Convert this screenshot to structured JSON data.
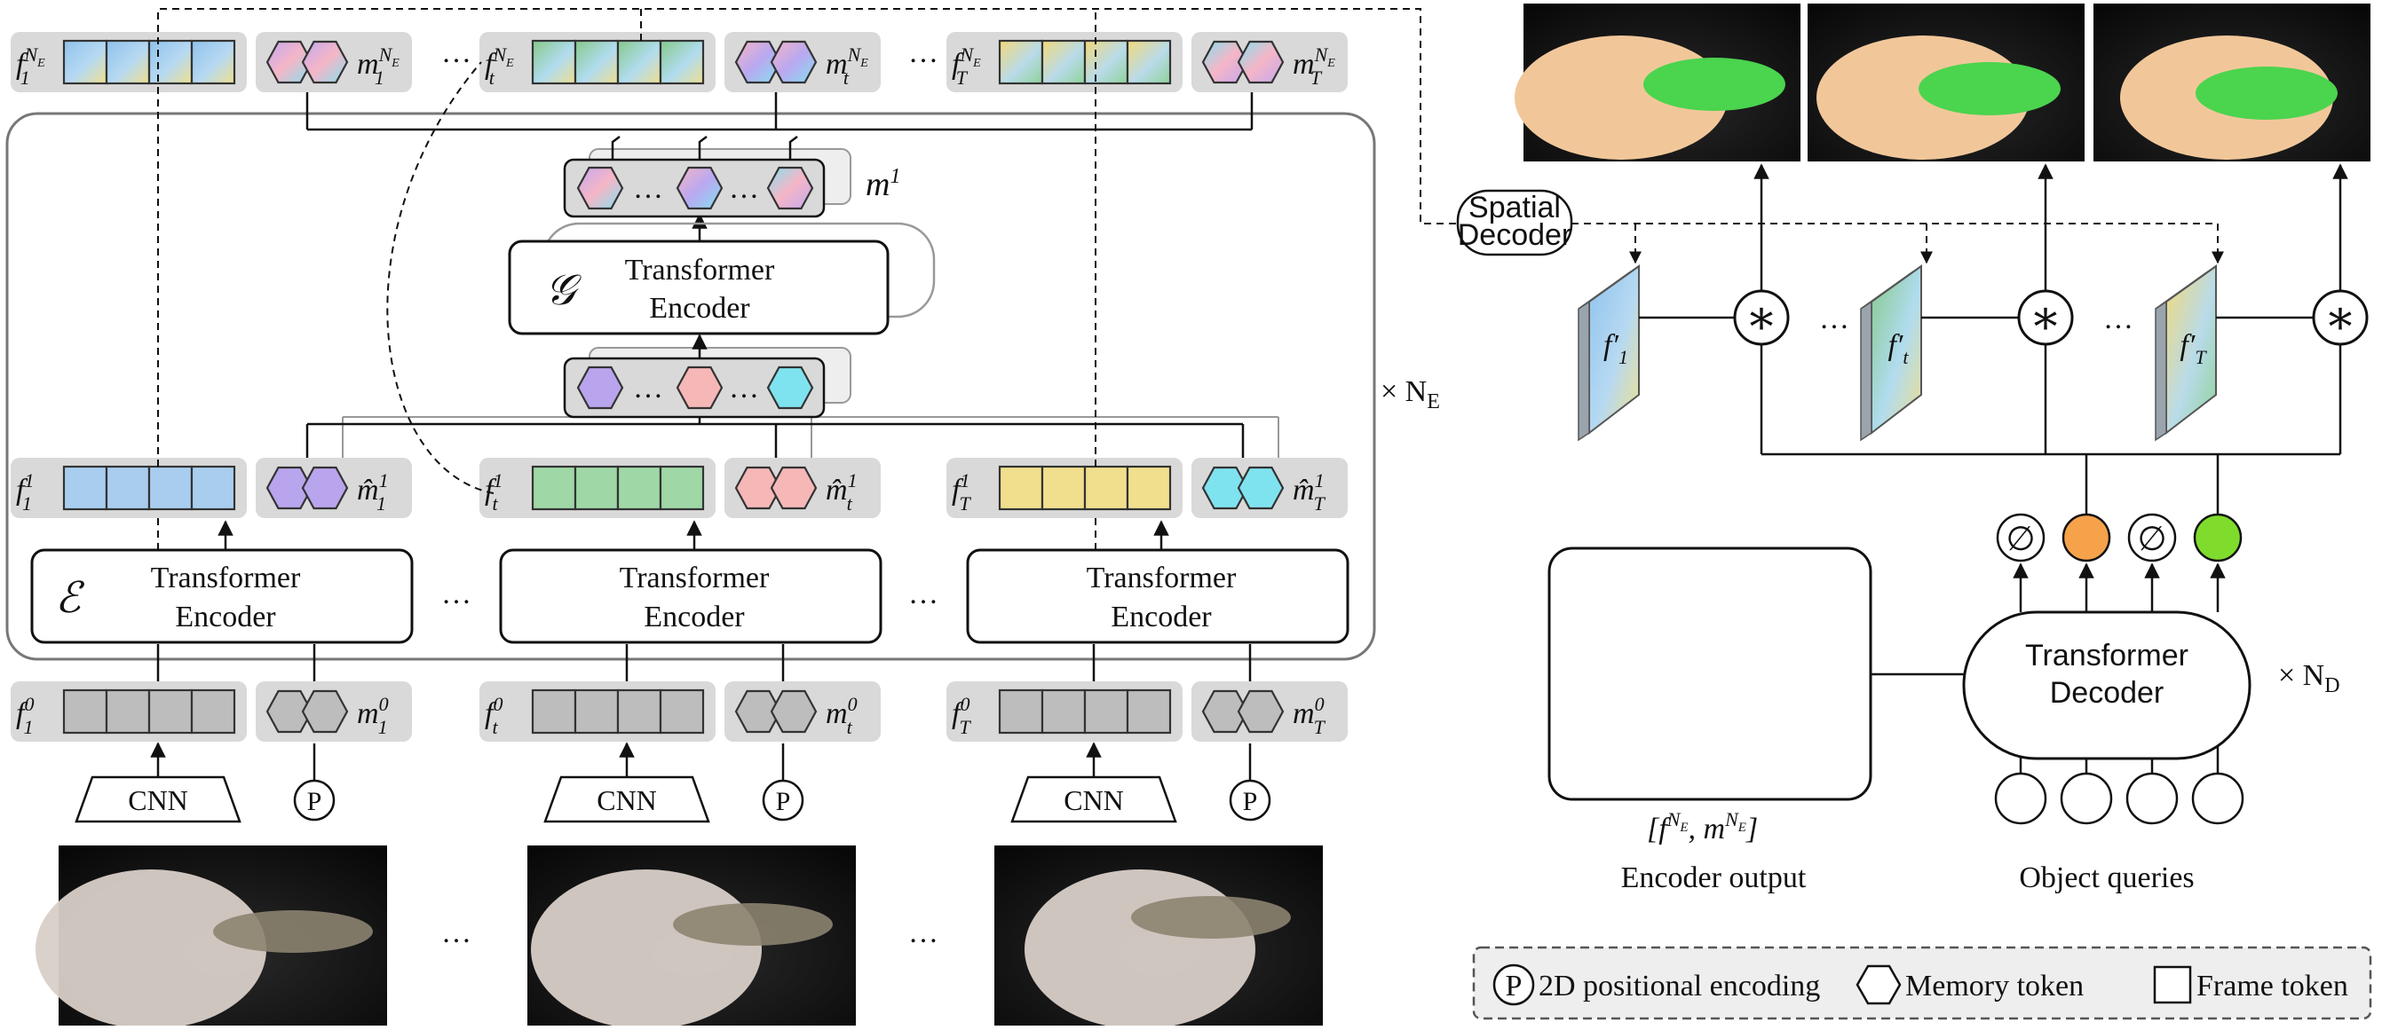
{
  "encoder": {
    "transformer_encoder_line1": "Transformer",
    "transformer_encoder_line2": "Encoder",
    "e_symbol": "ℰ",
    "g_symbol": "𝒢",
    "times_ne": "× N",
    "times_ne_sub": "E",
    "memory_label": "m",
    "memory_label_sup": "1",
    "cnn_label": "CNN",
    "p_label": "P",
    "ellipsis": "…",
    "top_labels": [
      {
        "f": "f",
        "fsub": "1",
        "fsup": "N",
        "fsupsub": "E",
        "m": "m",
        "msub": "1",
        "msup": "N",
        "msupsub": "E"
      },
      {
        "f": "f",
        "fsub": "t",
        "fsup": "N",
        "fsupsub": "E",
        "m": "m",
        "msub": "t",
        "msup": "N",
        "msupsub": "E"
      },
      {
        "f": "f",
        "fsub": "T",
        "fsup": "N",
        "fsupsub": "E",
        "m": "m",
        "msub": "T",
        "msup": "N",
        "msupsub": "E"
      }
    ],
    "layer1_labels": [
      {
        "f": "f",
        "fsub": "1",
        "fsup": "1",
        "m": "m̂",
        "msub": "1",
        "msup": "1"
      },
      {
        "f": "f",
        "fsub": "t",
        "fsup": "1",
        "m": "m̂",
        "msub": "t",
        "msup": "1"
      },
      {
        "f": "f",
        "fsub": "T",
        "fsup": "1",
        "m": "m̂",
        "msub": "T",
        "msup": "1"
      }
    ],
    "layer0_labels": [
      {
        "f": "f",
        "fsub": "1",
        "fsup": "0",
        "m": "m",
        "msub": "1",
        "msup": "0"
      },
      {
        "f": "f",
        "fsub": "t",
        "fsup": "0",
        "m": "m",
        "msub": "t",
        "msup": "0"
      },
      {
        "f": "f",
        "fsub": "T",
        "fsup": "0",
        "m": "m",
        "msub": "T",
        "msup": "0"
      }
    ]
  },
  "decoder": {
    "spatial_decoder_line1": "Spatial",
    "spatial_decoder_line2": "Decoder",
    "feature_maps": [
      {
        "f": "f′",
        "sub": "1"
      },
      {
        "f": "f′",
        "sub": "t"
      },
      {
        "f": "f′",
        "sub": "T"
      }
    ],
    "conv_symbol": "∗",
    "empty_symbol": "∅",
    "transformer_decoder_line1": "Transformer",
    "transformer_decoder_line2": "Decoder",
    "times_nd": "× N",
    "times_nd_sub": "D",
    "encoder_output_label": "Encoder output",
    "encoder_output_math": "[f",
    "encoder_output_math_sup1": "N",
    "encoder_output_math_sup1sub": "E",
    "encoder_output_math_mid": ", m",
    "encoder_output_math_sup2": "N",
    "encoder_output_math_sup2sub": "E",
    "encoder_output_math_end": "]",
    "object_queries_label": "Object queries"
  },
  "legend": {
    "p_symbol": "P",
    "positional": "2D positional encoding",
    "memory": "Memory token",
    "frame": "Frame token"
  },
  "colors": {
    "panel_gray": "#d9d9d9",
    "box_border": "#444444",
    "mem_purple": "#b9a5ee",
    "mem_pink": "#f6b7b7",
    "mem_cyan": "#7fe3ef",
    "frame_blue": "#a9cdee",
    "frame_green": "#9fd7a6",
    "frame_yellow": "#f1df8e",
    "frame_gray": "#bdbdbd",
    "query_orange": "#f5a24b",
    "query_green": "#7fdc2c"
  }
}
